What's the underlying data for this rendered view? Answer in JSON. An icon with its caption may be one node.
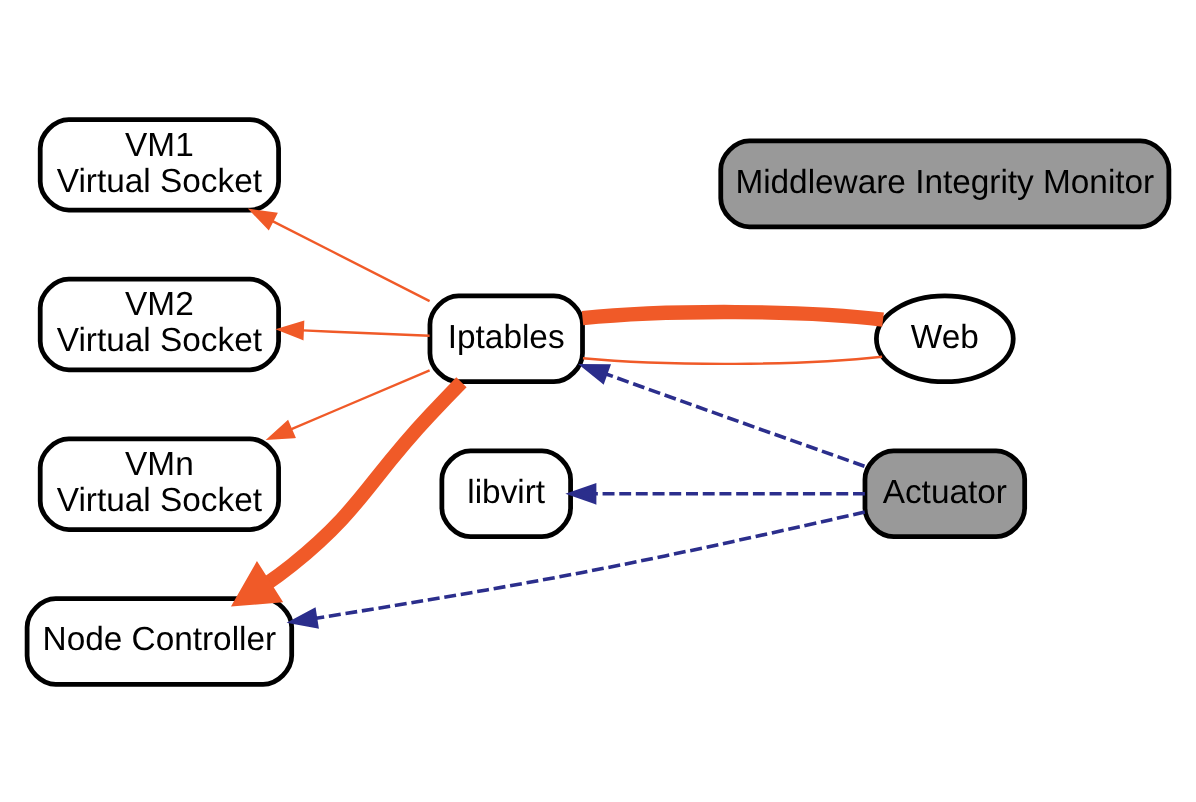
{
  "diagram": {
    "nodes": [
      {
        "text": [
          "VM1",
          "Virtual Socket"
        ]
      },
      {
        "text": [
          "VM2",
          "Virtual Socket"
        ]
      },
      {
        "text": [
          "VMn",
          "Virtual Socket"
        ]
      },
      {
        "text": [
          "Actuator"
        ]
      },
      {
        "text": [
          "Iptables"
        ]
      },
      {
        "text": [
          "Web"
        ]
      },
      {
        "text": [
          "libvirt"
        ]
      },
      {
        "text": [
          "Node Controller"
        ]
      },
      {
        "text": [
          "Middleware Integrity Monitor"
        ]
      }
    ],
    "edges": [
      {
        "from": 4,
        "to": 0,
        "arrow": "to",
        "color": "#f05a28"
      },
      {
        "from": 4,
        "to": 1,
        "arrow": "to",
        "color": "#f05a28"
      },
      {
        "from": 4,
        "to": 2,
        "arrow": "to",
        "color": "#f05a28"
      },
      {
        "from": 5,
        "to": 4,
        "arrow": "none",
        "color": "#f05a28"
      },
      {
        "from": 3,
        "to": 4,
        "arrow": "to",
        "style": "dashed",
        "color": "#2b2e8c"
      },
      {
        "from": 5,
        "to": 4,
        "arrow": "none",
        "style": "thick",
        "color": "#f05a28"
      },
      {
        "from": 4,
        "to": 7,
        "arrow": "to",
        "style": "thick",
        "color": "#f05a28"
      },
      {
        "from": 3,
        "to": 7,
        "arrow": "to",
        "style": "dashed",
        "color": "#2b2e8c"
      },
      {
        "from": 3,
        "to": 6,
        "arrow": "to",
        "style": "dashed",
        "color": "#2b2e8c"
      }
    ]
  }
}
